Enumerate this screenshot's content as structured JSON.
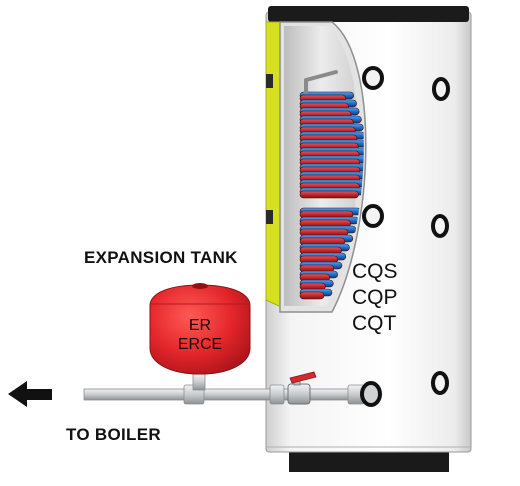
{
  "labels": {
    "expansion_tank": "EXPANSION TANK",
    "to_boiler": "TO BOILER"
  },
  "tank_badge": {
    "line1": "ER",
    "line2": "ERCE"
  },
  "models": [
    "CQS",
    "CQP",
    "CQT"
  ],
  "colors": {
    "expansion_tank": "#e4262b",
    "hot_coil": "#c1272d",
    "cold_coil": "#1e6fc8",
    "insulation": "#d7df23",
    "pipe": "#c9cccf",
    "base": "#1a1a1a",
    "arrow": "#111111"
  }
}
